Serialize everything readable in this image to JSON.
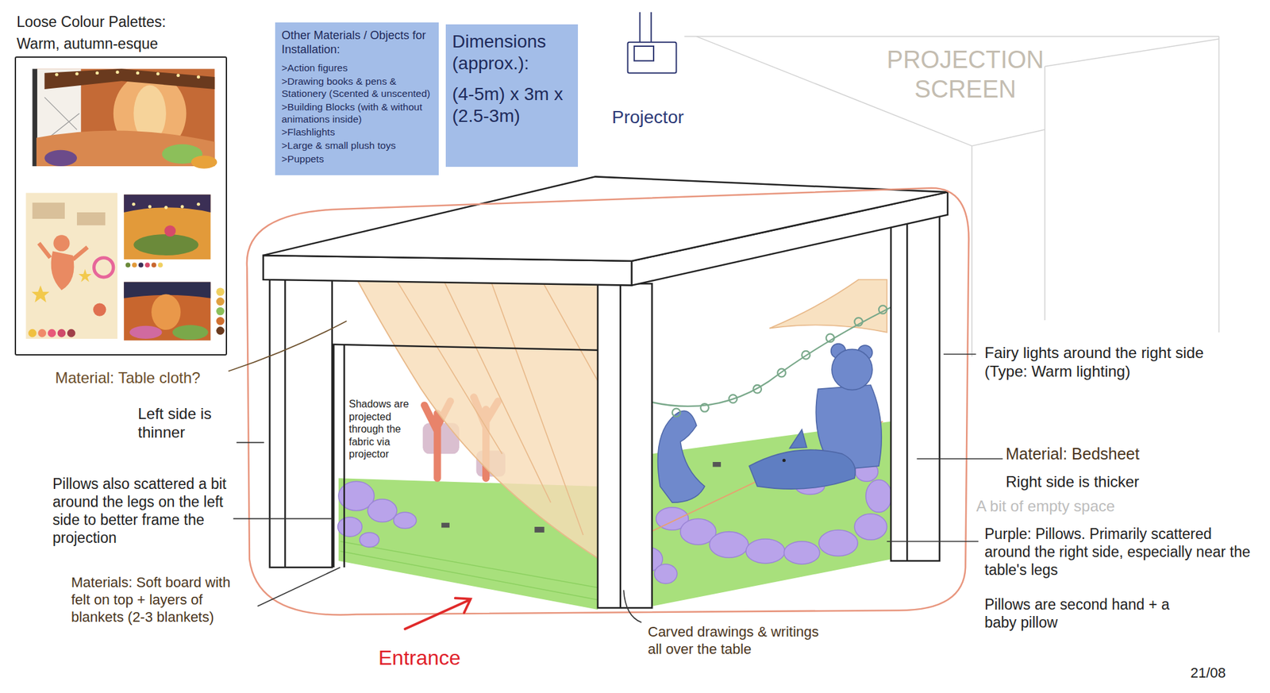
{
  "diagram": {
    "nodes": [
      {
        "text": [
          "Loose Colour Palettes:",
          "Warm, autumn-esque"
        ]
      },
      {
        "text": [
          "Other Materials / Objects for Installation:",
          ">Action figures",
          ">Drawing books & pens & Stationery (Scented & unscented)",
          ">Building Blocks (with & without animations inside)",
          ">Flashlights",
          ">Large & small plush toys",
          ">Puppets"
        ]
      },
      {
        "text": [
          "Dimensions (approx.):",
          "(4-5m) x 3m x (2.5-3m)"
        ]
      }
    ],
    "labels": [
      "Projector",
      "PROJECTION SCREEN",
      "Material: Table cloth?",
      "Left side is thinner",
      "Shadows are projected through the fabric via projector",
      "Fairy lights around the right side (Type: Warm lighting)",
      "Pillows also scattered a bit around the legs on the left side to better frame the projection",
      "Material: Bedsheet",
      "Right side is thicker",
      "A bit of empty space",
      "Purple: Pillows. Primarily scattered around the right side, especially near the table's legs",
      "Materials: Soft board with felt on top + layers of blankets (2-3 blankets)",
      "Pillows are second hand + a baby pillow",
      "Carved drawings & writings all over the table",
      "Entrance",
      "21/08"
    ]
  }
}
